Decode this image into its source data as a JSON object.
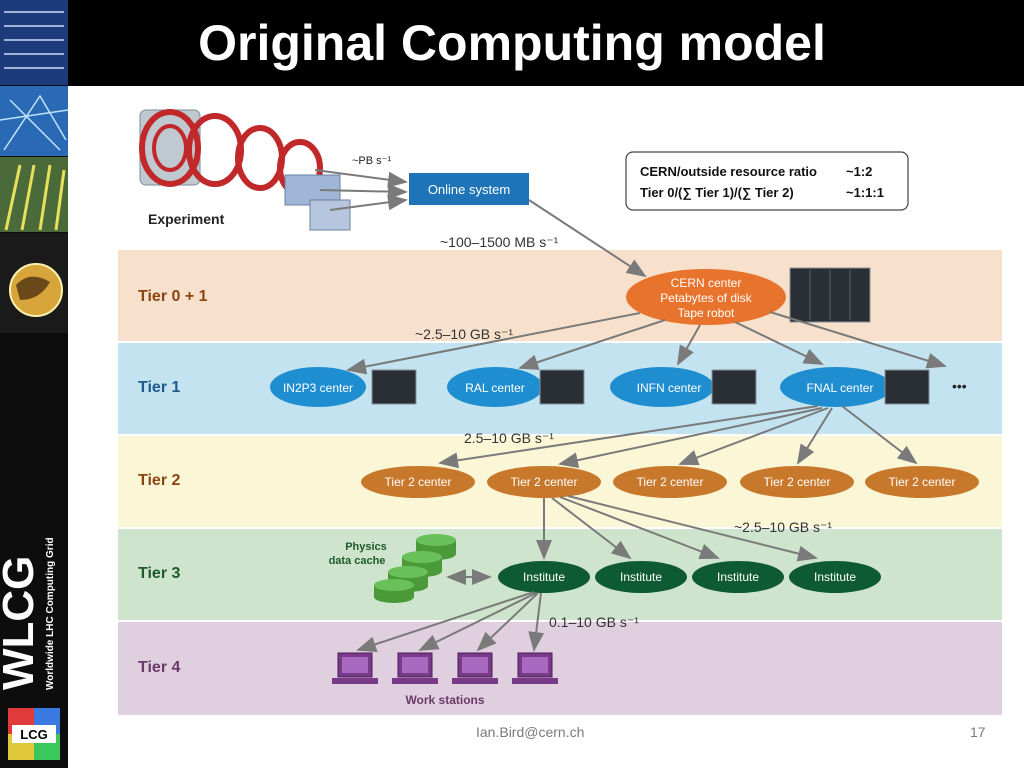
{
  "slide": {
    "title": "Original Computing model",
    "footer_email": "Ian.Bird@cern.ch",
    "page_number": "17"
  },
  "sidebar": {
    "brand": "WLCG",
    "brand_subtitle": "Worldwide LHC Computing Grid",
    "logo_text": "LCG"
  },
  "diagram": {
    "experiment_label": "Experiment",
    "pb_rate": "~PB s⁻¹",
    "online_system": "Online system",
    "ratio_box": {
      "row1_label": "CERN/outside resource ratio",
      "row1_value": "~1:2",
      "row2_label": "Tier 0/(∑ Tier 1)/(∑ Tier 2)",
      "row2_value": "~1:1:1"
    },
    "rate_online_to_cern": "~100–1500 MB s⁻¹",
    "tiers": {
      "tier01": "Tier 0 + 1",
      "tier1": "Tier 1",
      "tier2": "Tier 2",
      "tier3": "Tier 3",
      "tier4": "Tier 4"
    },
    "cern_center": [
      "CERN center",
      "Petabytes of disk",
      "Tape robot"
    ],
    "rate_tier0_to_tier1": "~2.5–10 GB s⁻¹",
    "tier1_centers": [
      "IN2P3 center",
      "RAL center",
      "INFN center",
      "FNAL center"
    ],
    "ellipsis": "•••",
    "rate_tier1_to_tier2": "2.5–10 GB s⁻¹",
    "tier2_centers": [
      "Tier 2 center",
      "Tier 2 center",
      "Tier 2 center",
      "Tier 2 center",
      "Tier 2 center"
    ],
    "rate_tier2_to_tier3": "~2.5–10 GB s⁻¹",
    "physics_cache": [
      "Physics",
      "data cache"
    ],
    "institutes": [
      "Institute",
      "Institute",
      "Institute",
      "Institute"
    ],
    "rate_tier3_to_tier4": "0.1–10 GB s⁻¹",
    "workstations_label": "Work stations"
  },
  "colors": {
    "tier01_band": "#f8e1cc",
    "tier1_band": "#c2e3ef",
    "tier2_band": "#fbf7d6",
    "tier3_band": "#cfe4cc",
    "tier4_band": "#e0d0df",
    "tier_label": "#8b4513",
    "tier1_label": "#1e5a8c",
    "tier3_label": "#1e5a2a",
    "tier4_label": "#6a3a6a",
    "cern_orange": "#e8732c",
    "tier1_blue": "#1f8ed0",
    "tier2_brown": "#c8782a",
    "institute_green": "#0e5a32",
    "online_blue": "#1f74b8",
    "arrow_gray": "#7a7a7a"
  }
}
